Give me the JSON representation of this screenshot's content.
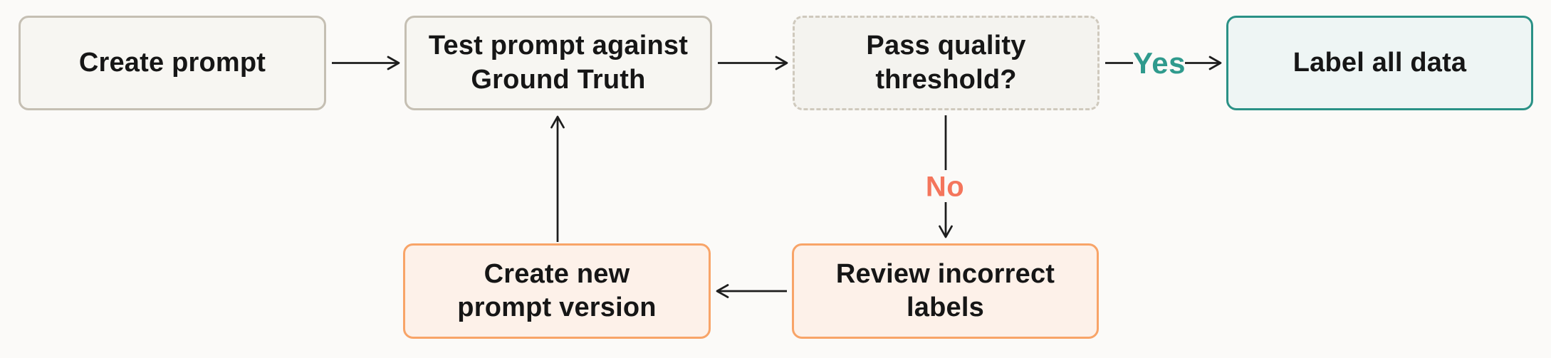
{
  "diagram": {
    "type": "flowchart",
    "background": "#fbfaf8",
    "nodes": [
      {
        "id": "create-prompt",
        "label": "Create prompt",
        "style": "neutral-solid-border"
      },
      {
        "id": "test-prompt",
        "label": "Test prompt against\nGround Truth",
        "style": "neutral-solid-border"
      },
      {
        "id": "pass-threshold",
        "label": "Pass quality\nthreshold?",
        "style": "neutral-dashed-border"
      },
      {
        "id": "label-all-data",
        "label": "Label all data",
        "style": "teal-border"
      },
      {
        "id": "create-new-version",
        "label": "Create new\nprompt version",
        "style": "orange-border"
      },
      {
        "id": "review-incorrect",
        "label": "Review incorrect\nlabels",
        "style": "orange-border"
      }
    ],
    "edges": [
      {
        "from": "create-prompt",
        "to": "test-prompt",
        "label": ""
      },
      {
        "from": "test-prompt",
        "to": "pass-threshold",
        "label": ""
      },
      {
        "from": "pass-threshold",
        "to": "label-all-data",
        "label": "Yes"
      },
      {
        "from": "pass-threshold",
        "to": "review-incorrect",
        "label": "No"
      },
      {
        "from": "review-incorrect",
        "to": "create-new-version",
        "label": ""
      },
      {
        "from": "create-new-version",
        "to": "test-prompt",
        "label": ""
      }
    ],
    "edge_labels": {
      "yes": "Yes",
      "no": "No"
    },
    "colors": {
      "background": "#fbfaf8",
      "neutral_fill": "#f7f6f2",
      "neutral_border": "#c5bfb3",
      "dashed_border": "#cfc9bd",
      "teal_fill": "#eef5f4",
      "teal_border": "#2a9186",
      "orange_fill": "#fdf1e9",
      "orange_border": "#f8a468",
      "yes_text": "#2f9a8d",
      "no_text": "#f4755c",
      "arrow": "#1d1d1d",
      "node_text": "#161616"
    }
  }
}
